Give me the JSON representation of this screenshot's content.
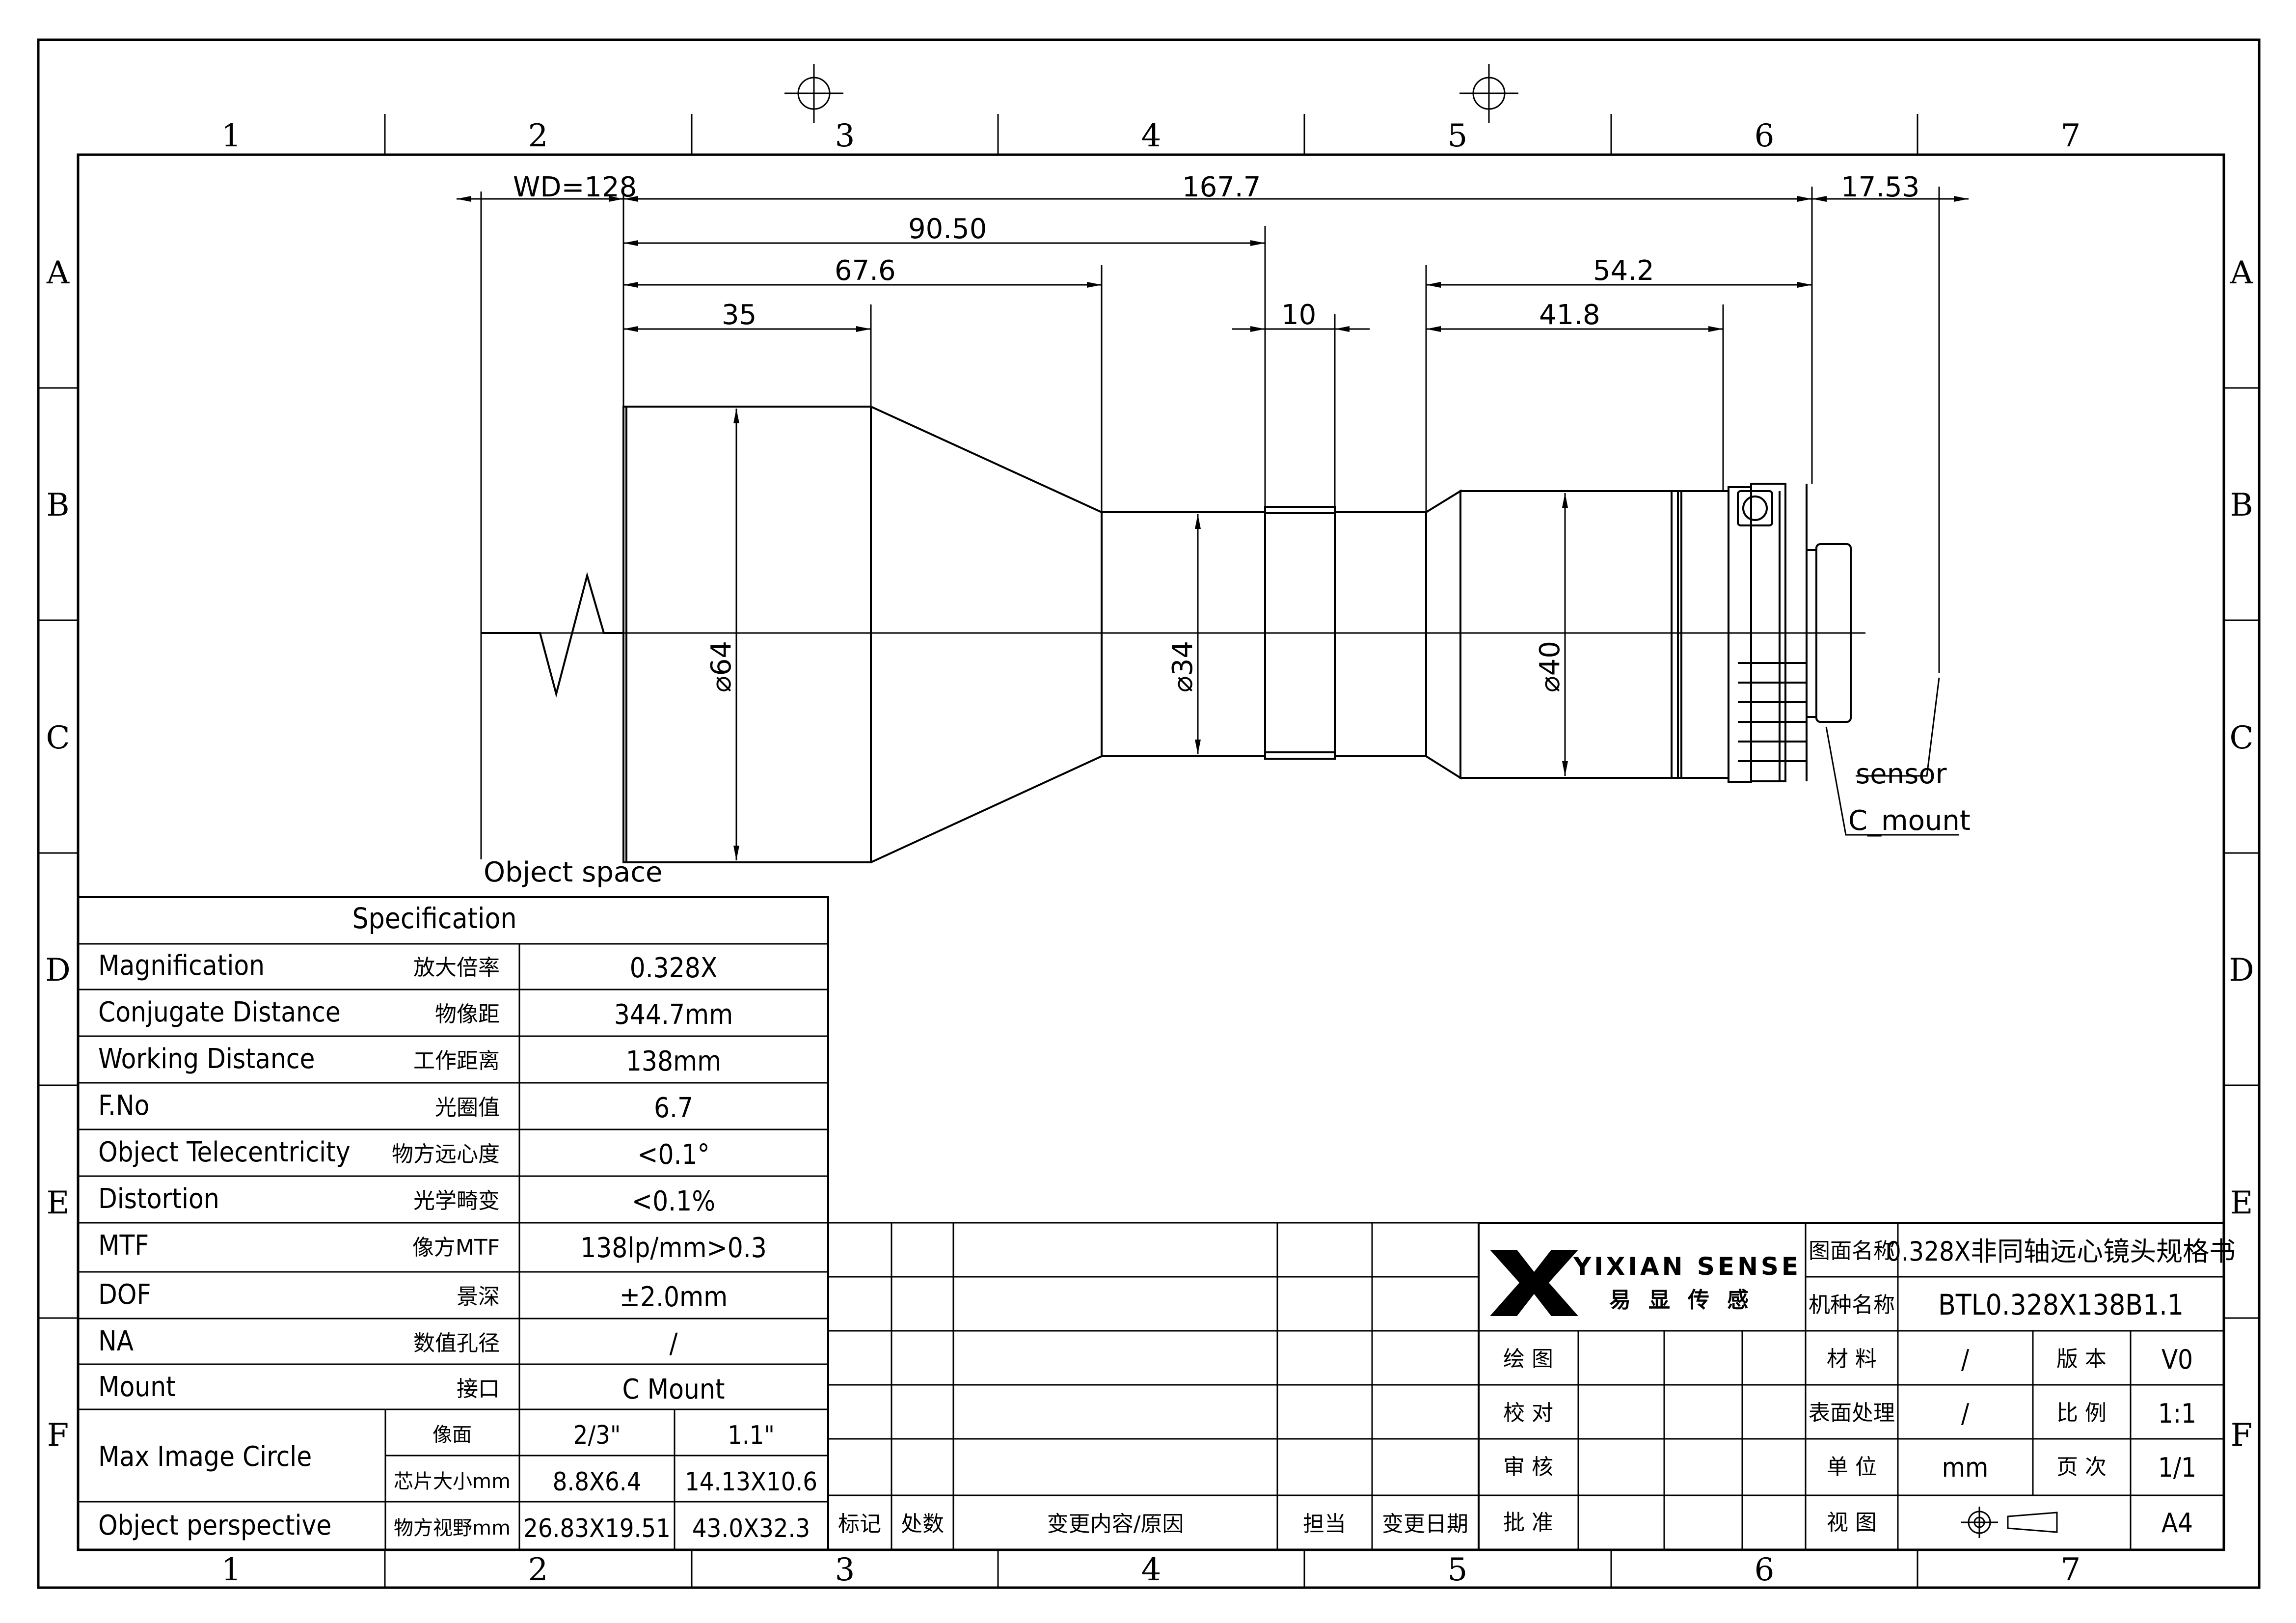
{
  "frame": {
    "col_labels": [
      "1",
      "2",
      "3",
      "4",
      "5",
      "6",
      "7"
    ],
    "row_labels": [
      "A",
      "B",
      "C",
      "D",
      "E",
      "F"
    ]
  },
  "dimensions": {
    "wd": "WD=128",
    "total": "167.7",
    "back": "17.53",
    "d9050": "90.50",
    "d676": "67.6",
    "d35": "35",
    "d10": "10",
    "d542": "54.2",
    "d418": "41.8",
    "dia64": "⌀64",
    "dia34": "⌀34",
    "dia40": "⌀40"
  },
  "callouts": {
    "object_space": "Object space",
    "sensor": "sensor",
    "c_mount": "C_mount"
  },
  "spec": {
    "title": "Specification",
    "rows": [
      {
        "en": "Magnification",
        "cn": "放大倍率",
        "value": "0.328X"
      },
      {
        "en": "Conjugate Distance",
        "cn": "物像距",
        "value": "344.7mm"
      },
      {
        "en": "Working Distance",
        "cn": "工作距离",
        "value": "138mm"
      },
      {
        "en": "F.No",
        "cn": "光圈值",
        "value": "6.7"
      },
      {
        "en": "Object Telecentricity",
        "cn": "物方远心度",
        "value": "<0.1°"
      },
      {
        "en": "Distortion",
        "cn": "光学畸变",
        "value": "<0.1%"
      },
      {
        "en": "MTF",
        "cn": "像方MTF",
        "value": "138lp/mm>0.3"
      },
      {
        "en": "DOF",
        "cn": "景深",
        "value": "±2.0mm"
      },
      {
        "en": "NA",
        "cn": "数值孔径",
        "value": "/"
      },
      {
        "en": "Mount",
        "cn": "接口",
        "value": "C Mount"
      }
    ],
    "max_circle": {
      "en": "Max Image Circle",
      "sub1": "像面",
      "sub2": "芯片大小mm",
      "a1": "2/3\"",
      "b1": "1.1\"",
      "a2": "8.8X6.4",
      "b2": "14.13X10.6"
    },
    "perspective": {
      "en": "Object perspective",
      "cn": "物方视野mm",
      "a": "26.83X19.51",
      "b": "43.0X32.3"
    }
  },
  "revision": {
    "headers": [
      "标记",
      "处数",
      "变更内容/原因",
      "担当",
      "变更日期"
    ]
  },
  "approval": [
    "绘 图",
    "校 对",
    "审 核",
    "批 准"
  ],
  "logo": {
    "name": "YIXIAN SENSE",
    "cn": [
      "易",
      "显",
      "传",
      "感"
    ]
  },
  "titleblock": {
    "drawing_name_label": "图面名称",
    "drawing_name": "0.328X非同轴远心镜头规格书",
    "model_label": "机种名称",
    "model": "BTL0.328X138B1.1",
    "material_label": "材 料",
    "material": "/",
    "version_label": "版 本",
    "version": "V0",
    "surface_label": "表面处理",
    "surface": "/",
    "scale_label": "比 例",
    "scale": "1:1",
    "unit_label": "单 位",
    "unit": "mm",
    "page_label": "页 次",
    "page": "1/1",
    "view_label": "视 图",
    "sheet": "A4"
  }
}
